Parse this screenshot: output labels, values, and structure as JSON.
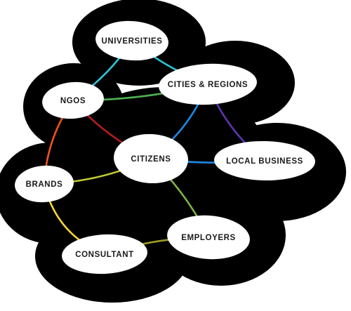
{
  "diagram": {
    "colors": {
      "background_blob": "#000000",
      "node_fill": "#ffffff",
      "text": "#1a1a1a"
    },
    "nodes": [
      {
        "id": "universities",
        "label": "UNIVERSITIES"
      },
      {
        "id": "cities",
        "label": "CITIES & REGIONS"
      },
      {
        "id": "ngos",
        "label": "NGOS"
      },
      {
        "id": "citizens",
        "label": "CITIZENS"
      },
      {
        "id": "local",
        "label": "LOCAL BUSINESS"
      },
      {
        "id": "brands",
        "label": "BRANDS"
      },
      {
        "id": "employers",
        "label": "EMPLOYERS"
      },
      {
        "id": "consultant",
        "label": "CONSULTANT"
      }
    ],
    "edges": [
      {
        "from": "universities",
        "to": "cities",
        "color": "#2ec4d6"
      },
      {
        "from": "universities",
        "to": "ngos",
        "color": "#2ec4d6"
      },
      {
        "from": "ngos",
        "to": "cities",
        "color": "#4caf50"
      },
      {
        "from": "cities",
        "to": "citizens",
        "color": "#1e88e5"
      },
      {
        "from": "cities",
        "to": "local",
        "color": "#5e35b1"
      },
      {
        "from": "ngos",
        "to": "citizens",
        "color": "#b71c1c"
      },
      {
        "from": "ngos",
        "to": "brands",
        "color": "#f4511e"
      },
      {
        "from": "citizens",
        "to": "local",
        "color": "#1e88e5"
      },
      {
        "from": "citizens",
        "to": "brands",
        "color": "#c0ca33"
      },
      {
        "from": "citizens",
        "to": "employers",
        "color": "#7cb342"
      },
      {
        "from": "brands",
        "to": "consultant",
        "color": "#fdd835"
      },
      {
        "from": "consultant",
        "to": "employers",
        "color": "#9e9d24"
      }
    ]
  }
}
